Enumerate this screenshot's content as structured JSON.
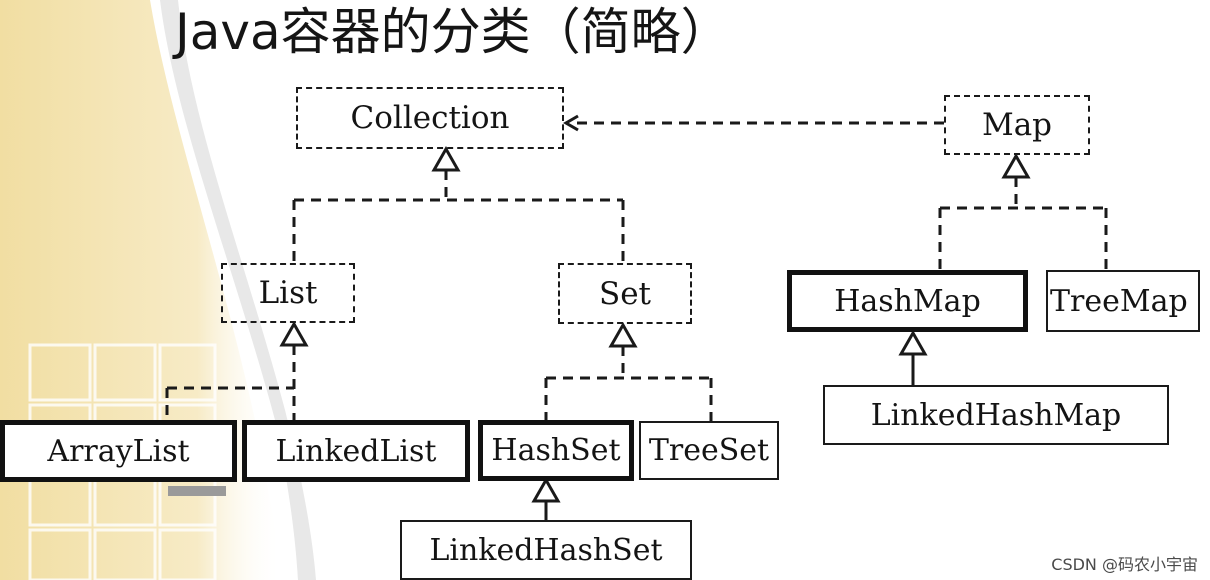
{
  "title": "Java容器的分类（简略）",
  "watermark": "CSDN @码农小宇宙",
  "nodes": {
    "collection": "Collection",
    "map": "Map",
    "list": "List",
    "set": "Set",
    "hashmap": "HashMap",
    "treemap": "TreeMap",
    "linkedhashmap": "LinkedHashMap",
    "arraylist": "ArrayList",
    "linkedlist": "LinkedList",
    "hashset": "HashSet",
    "treeset": "TreeSet",
    "linkedhashset": "LinkedHashSet"
  },
  "colors": {
    "line": "#1a1a1a",
    "slide_accent": "#f3e2ad",
    "slide_swoosh": "#e6e6e6"
  }
}
